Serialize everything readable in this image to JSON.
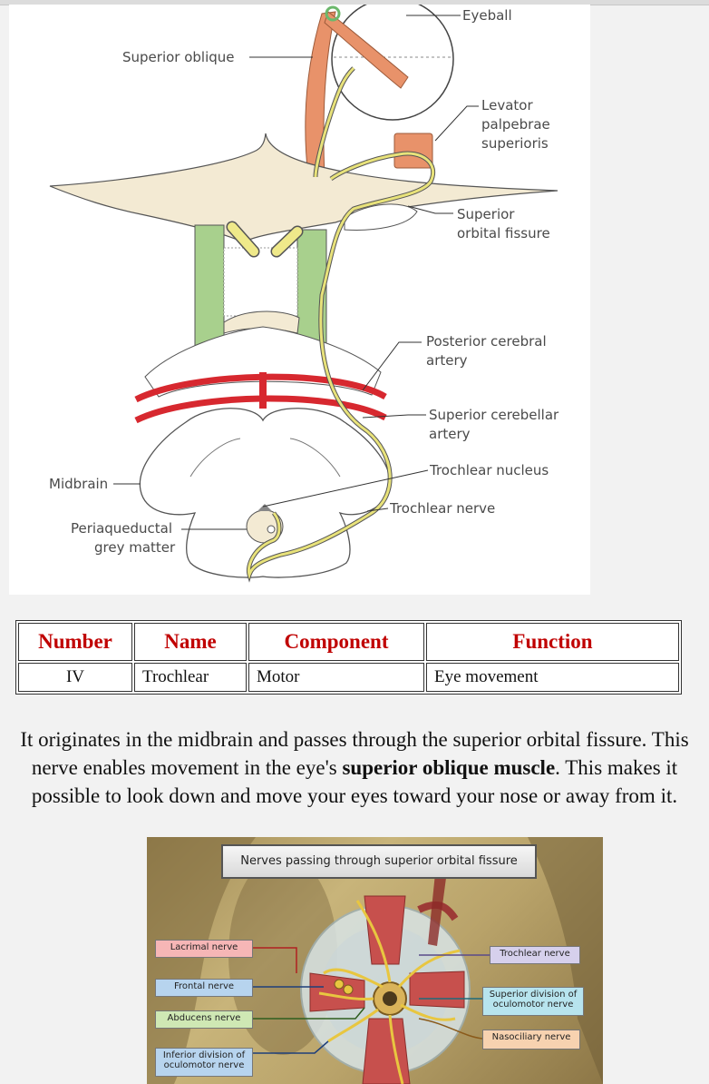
{
  "figure1": {
    "labels": {
      "eyeball": "Eyeball",
      "superior_oblique": "Superior oblique",
      "levator_1": "Levator",
      "levator_2": "palpebrae",
      "levator_3": "superioris",
      "sof_1": "Superior",
      "sof_2": "orbital fissure",
      "pca_1": "Posterior cerebral",
      "pca_2": "artery",
      "sca_1": "Superior cerebellar",
      "sca_2": "artery",
      "trochlear_nucleus": "Trochlear nucleus",
      "trochlear_nerve": "Trochlear nerve",
      "midbrain": "Midbrain",
      "pag_1": "Periaqueductal",
      "pag_2": "grey matter"
    },
    "colors": {
      "muscle": "#e8926a",
      "nerve": "#e8e27a",
      "artery": "#d7282f",
      "bone": "#f3ead3",
      "green": "#a8d08d"
    }
  },
  "table": {
    "headers": [
      "Number",
      "Name",
      "Component",
      "Function"
    ],
    "rows": [
      [
        "IV",
        "Trochlear",
        "Motor",
        "Eye movement"
      ]
    ],
    "header_color": "#c00000"
  },
  "description": {
    "part1": "It originates in the midbrain and passes through the superior orbital fissure. This nerve enables movement in the eye's ",
    "bold": "superior oblique muscle",
    "part2": ". This makes it possible to look down and move your eyes toward your nose or away from it."
  },
  "figure2": {
    "title": "Nerves passing through superior orbital fissure",
    "left_labels": [
      "Lacrimal nerve",
      "Frontal nerve",
      "Abducens nerve",
      "Inferior division of oculomotor nerve"
    ],
    "right_labels": [
      "Trochlear nerve",
      "Superior division of oculomotor nerve",
      "Nasociliary nerve"
    ],
    "colors": {
      "lacrimal": "#f6b6b6",
      "frontal": "#b7d4ee",
      "abducens": "#cfe8b4",
      "inferior_div": "#b7d4ee",
      "trochlear": "#d6d0ec",
      "superior_div": "#b7e4ee",
      "nasociliary": "#f7d2b0"
    }
  }
}
